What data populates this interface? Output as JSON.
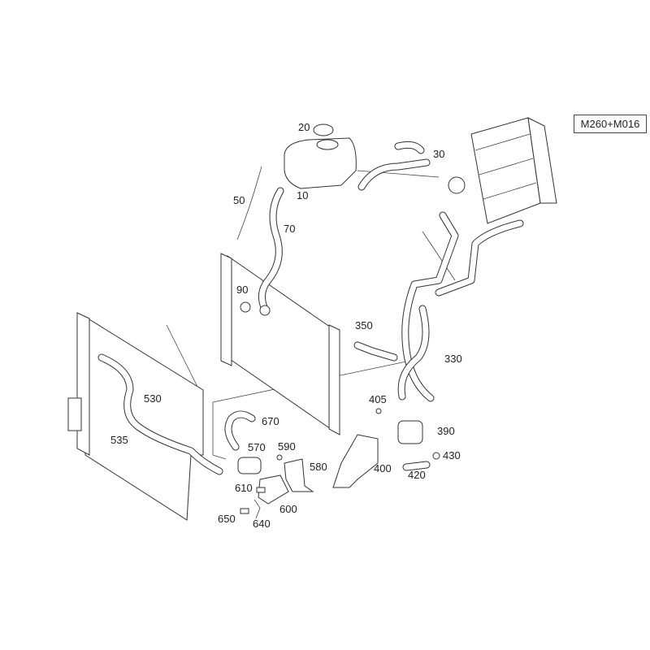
{
  "engine_code": "M260+M016",
  "callouts": {
    "c10": "10",
    "c20": "20",
    "c30": "30",
    "c50": "50",
    "c70": "70",
    "c90": "90",
    "c330": "330",
    "c350": "350",
    "c390": "390",
    "c400": "400",
    "c405": "405",
    "c420": "420",
    "c430": "430",
    "c530": "530",
    "c535": "535",
    "c570": "570",
    "c580": "580",
    "c590": "590",
    "c600": "600",
    "c610": "610",
    "c640": "640",
    "c650": "650",
    "c670": "670"
  }
}
